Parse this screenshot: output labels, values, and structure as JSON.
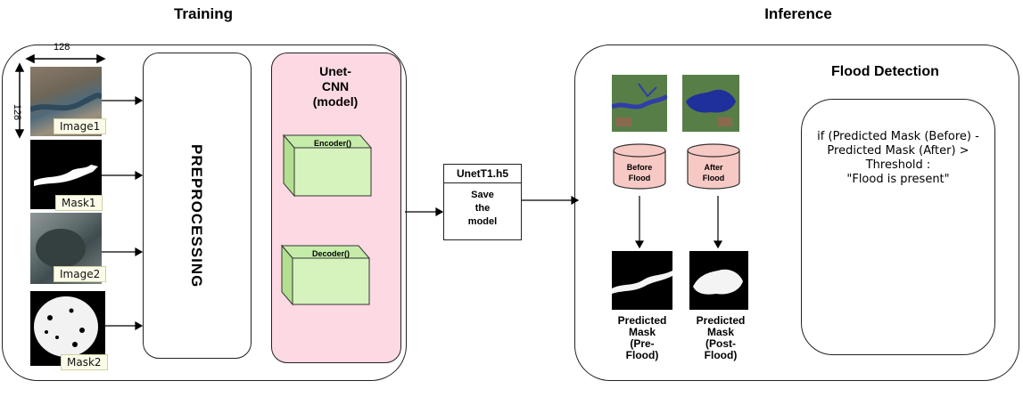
{
  "titles": {
    "training": "Training",
    "inference": "Inference"
  },
  "dims": {
    "width": "128",
    "height": "128"
  },
  "inputs": [
    {
      "label": "Image1"
    },
    {
      "label": "Mask1"
    },
    {
      "label": "Image2"
    },
    {
      "label": "Mask2"
    }
  ],
  "preprocessing": {
    "label": "PREPROCESSING"
  },
  "model": {
    "title": "Unet-\nCNN\n(model)",
    "encoder": "Encoder()",
    "decoder": "Decoder()"
  },
  "save": {
    "filename": "UnetT1.h5",
    "text": "Save\nthe\nmodel"
  },
  "inference": {
    "before_db": "Before\nFlood",
    "after_db": "After\nFlood",
    "pred_before": "Predicted\nMask\n(Pre-\nFlood)",
    "pred_after": "Predicted\nMask\n(Post-\nFlood)"
  },
  "flood_detection": {
    "title": "Flood Detection",
    "rule": "if (Predicted Mask (Before) -\nPredicted Mask (After) >\nThreshold :\n\"Flood is present\""
  }
}
